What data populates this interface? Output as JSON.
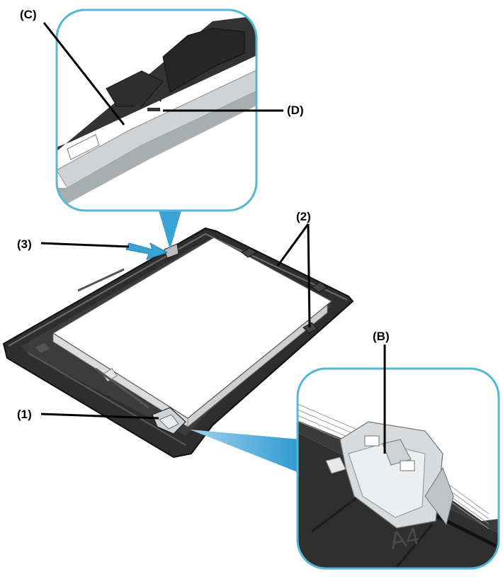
{
  "labels": {
    "c": "(C)",
    "d": "(D)",
    "two": "(2)",
    "three": "(3)",
    "one": "(1)",
    "b": "(B)"
  },
  "size_mark": "A4",
  "colors": {
    "callout_border": "#56b6d8",
    "callout_pointer": "#3aa3d6",
    "tray_dark": "#2b2b2b",
    "paper": "#ffffff",
    "guide_gray": "#cfd3d6"
  }
}
